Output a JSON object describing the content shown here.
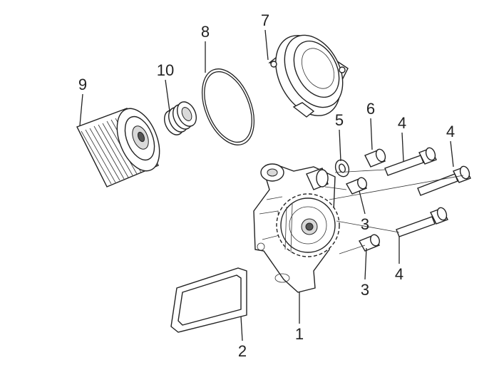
{
  "diagram": {
    "callouts": [
      {
        "id": "c1",
        "label": "1",
        "part": "oil-pump-body"
      },
      {
        "id": "c2",
        "label": "2",
        "part": "gasket"
      },
      {
        "id": "c3a",
        "label": "3",
        "part": "dowel-pin"
      },
      {
        "id": "c3b",
        "label": "3",
        "part": "dowel-pin"
      },
      {
        "id": "c4a",
        "label": "4",
        "part": "bolt"
      },
      {
        "id": "c4b",
        "label": "4",
        "part": "bolt"
      },
      {
        "id": "c4c",
        "label": "4",
        "part": "bolt"
      },
      {
        "id": "c5",
        "label": "5",
        "part": "washer"
      },
      {
        "id": "c6",
        "label": "6",
        "part": "spacer-sleeve"
      },
      {
        "id": "c7",
        "label": "7",
        "part": "filter-cover"
      },
      {
        "id": "c8",
        "label": "8",
        "part": "o-ring"
      },
      {
        "id": "c9",
        "label": "9",
        "part": "oil-filter"
      },
      {
        "id": "c10",
        "label": "10",
        "part": "spring"
      }
    ]
  }
}
